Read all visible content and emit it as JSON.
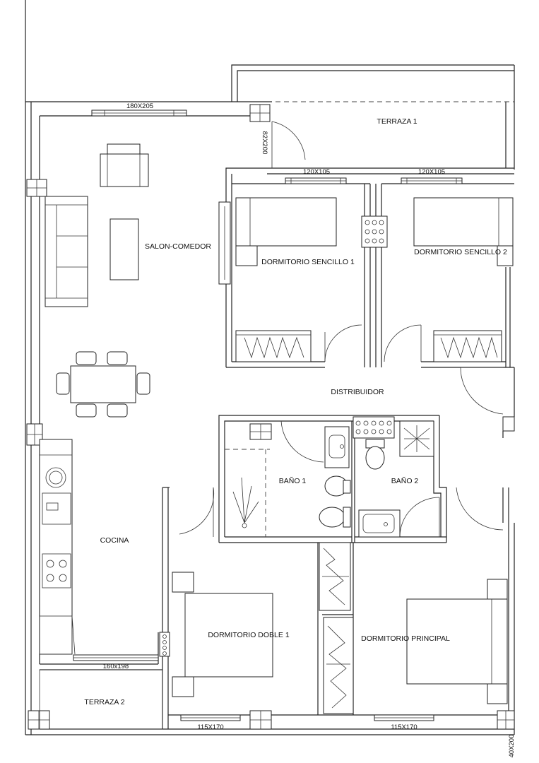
{
  "rooms": {
    "terraza1": "TERRAZA 1",
    "salon_comedor": "SALON-COMEDOR",
    "dormitorio_sencillo_1": "DORMITORIO SENCILLO 1",
    "dormitorio_sencillo_2": "DORMITORIO SENCILLO 2",
    "distribuidor": "DISTRIBUIDOR",
    "bano1": "BAÑO 1",
    "bano2": "BAÑO 2",
    "cocina": "COCINA",
    "dormitorio_doble_1": "DORMITORIO DOBLE 1",
    "dormitorio_principal": "DORMITORIO PRINCIPAL",
    "terraza2": "TERRAZA 2"
  },
  "dimensions": {
    "salon_window": "180X205",
    "terrace_door": "82X200",
    "sencillo1_window": "120X105",
    "sencillo2_window": "120X105",
    "cocina_window": "160x198",
    "doble1_window": "115X170",
    "principal_window": "115X170",
    "corner_door": "40X200"
  }
}
